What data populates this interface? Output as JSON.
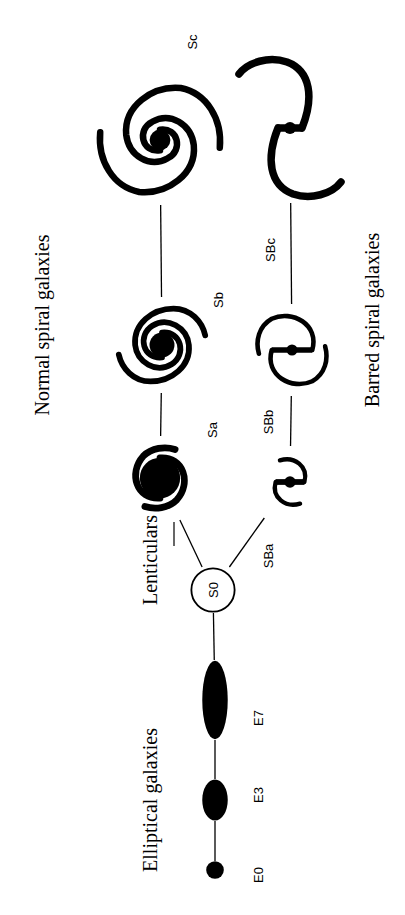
{
  "diagram": {
    "nodes": [
      {
        "text": [
          "E0"
        ]
      },
      {
        "text": [
          "E3"
        ]
      },
      {
        "text": [
          "E7"
        ]
      },
      {
        "text": [
          "S0"
        ]
      },
      {
        "text": [
          "Sa"
        ]
      },
      {
        "text": [
          "Sb"
        ]
      },
      {
        "text": [
          "Sc"
        ]
      },
      {
        "text": [
          "SBa"
        ]
      },
      {
        "text": [
          "SBb"
        ]
      },
      {
        "text": [
          "SBc"
        ]
      }
    ],
    "edges": [
      {
        "from": 0,
        "to": 1,
        "arrow": "none"
      },
      {
        "from": 1,
        "to": 2,
        "arrow": "none"
      },
      {
        "from": 2,
        "to": 3,
        "arrow": "none"
      },
      {
        "from": 3,
        "to": 4,
        "arrow": "none"
      },
      {
        "from": 4,
        "to": 5,
        "arrow": "none"
      },
      {
        "from": 5,
        "to": 6,
        "arrow": "none"
      },
      {
        "from": 3,
        "to": 7,
        "arrow": "none"
      },
      {
        "from": 7,
        "to": 8,
        "arrow": "none"
      },
      {
        "from": 8,
        "to": 9,
        "arrow": "none"
      }
    ],
    "labels": [
      "Elliptical galaxies",
      "Lenticulars",
      "Normal spiral galaxies",
      "Barred spiral galaxies"
    ]
  }
}
